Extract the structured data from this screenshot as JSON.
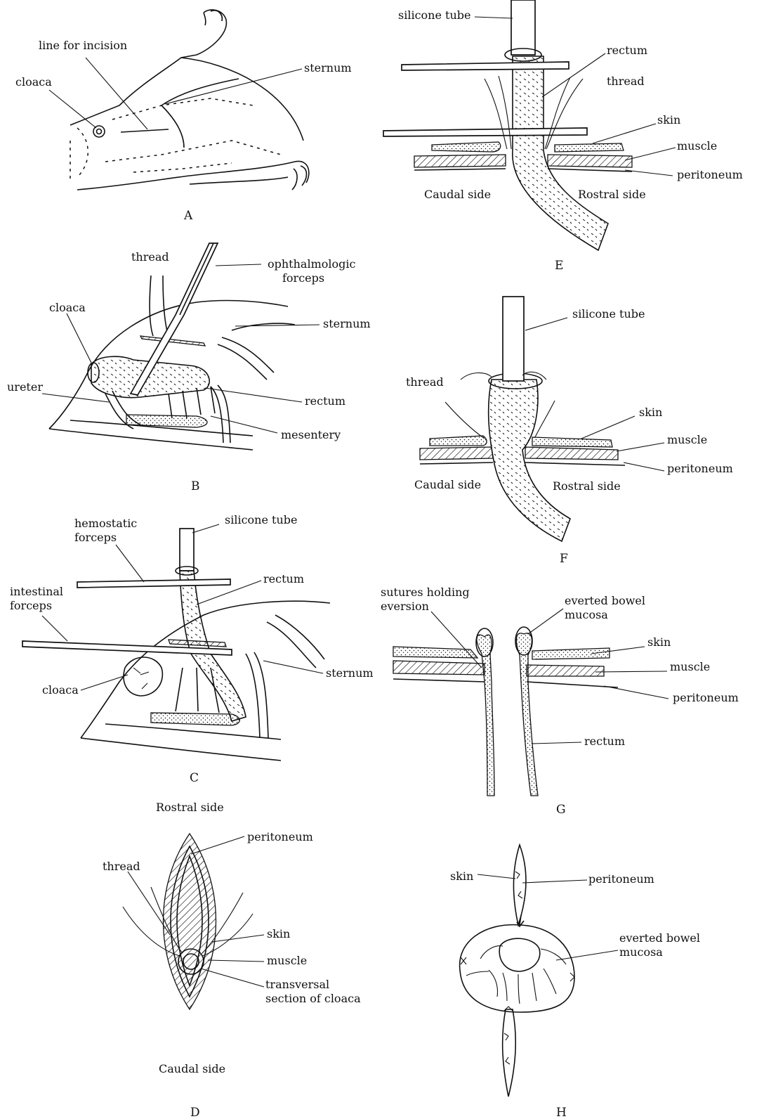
{
  "figure": {
    "panels": {
      "A": {
        "label": "A",
        "callouts": {
          "line_for_incision": "line for incision",
          "cloaca": "cloaca",
          "sternum": "sternum"
        }
      },
      "B": {
        "label": "B",
        "callouts": {
          "thread": "thread",
          "ophthalmologic_forceps_1": "ophthalmologic",
          "ophthalmologic_forceps_2": "forceps",
          "cloaca": "cloaca",
          "sternum": "sternum",
          "ureter": "ureter",
          "rectum": "rectum",
          "mesentery": "mesentery"
        }
      },
      "C": {
        "label": "C",
        "callouts": {
          "hemostatic_forceps_1": "hemostatic",
          "hemostatic_forceps_2": "forceps",
          "silicone_tube": "silicone tube",
          "rectum": "rectum",
          "intestinal_forceps_1": "intestinal",
          "intestinal_forceps_2": "forceps",
          "sternum": "sternum",
          "cloaca": "cloaca"
        }
      },
      "D": {
        "label": "D",
        "callouts": {
          "rostral_side": "Rostral side",
          "peritoneum": "peritoneum",
          "thread": "thread",
          "skin": "skin",
          "muscle": "muscle",
          "transversal_1": "transversal",
          "transversal_2": "section of cloaca",
          "caudal_side": "Caudal side"
        }
      },
      "E": {
        "label": "E",
        "callouts": {
          "silicone_tube": "silicone tube",
          "rectum": "rectum",
          "thread": "thread",
          "skin": "skin",
          "muscle": "muscle",
          "peritoneum": "peritoneum",
          "caudal_side": "Caudal side",
          "rostral_side": "Rostral side"
        }
      },
      "F": {
        "label": "F",
        "callouts": {
          "silicone_tube": "silicone tube",
          "thread": "thread",
          "skin": "skin",
          "muscle": "muscle",
          "peritoneum": "peritoneum",
          "caudal_side": "Caudal side",
          "rostral_side": "Rostral side"
        }
      },
      "G": {
        "label": "G",
        "callouts": {
          "sutures_1": "sutures holding",
          "sutures_2": "eversion",
          "everted_1": "everted bowel",
          "everted_2": "mucosa",
          "skin": "skin",
          "muscle": "muscle",
          "peritoneum": "peritoneum",
          "rectum": "rectum"
        }
      },
      "H": {
        "label": "H",
        "callouts": {
          "skin": "skin",
          "peritoneum": "peritoneum",
          "everted_1": "everted bowel",
          "everted_2": "mucosa"
        }
      }
    }
  }
}
